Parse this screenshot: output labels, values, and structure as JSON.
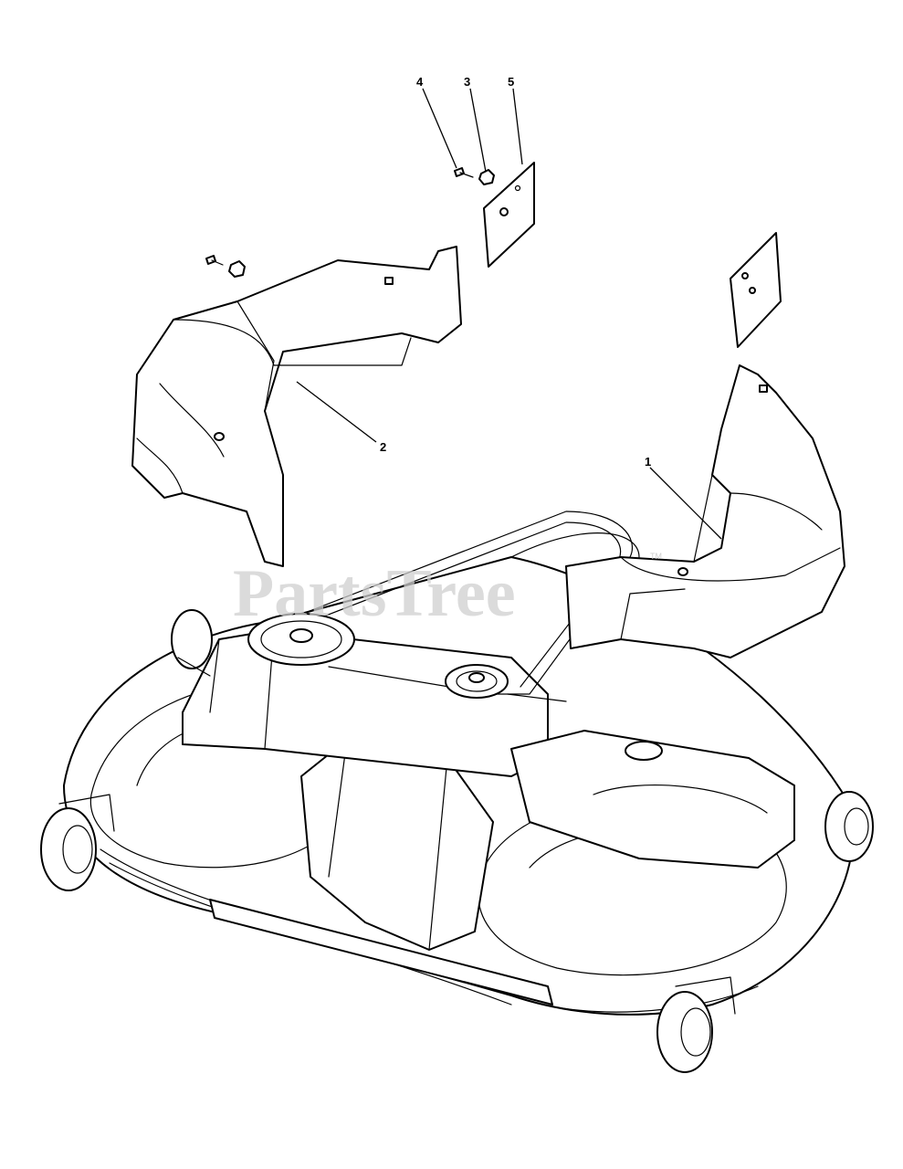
{
  "diagram": {
    "callouts": [
      {
        "id": "1",
        "label": "1"
      },
      {
        "id": "2",
        "label": "2"
      },
      {
        "id": "3",
        "label": "3"
      },
      {
        "id": "4",
        "label": "4"
      },
      {
        "id": "5",
        "label": "5"
      }
    ],
    "watermark": "PartsTree",
    "watermark_mark": "TM",
    "colors": {
      "line": "#000000",
      "background": "#ffffff",
      "watermark": "#cfcfcf"
    }
  }
}
